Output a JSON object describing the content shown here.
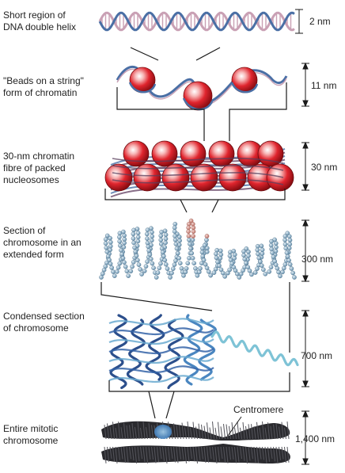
{
  "levels": [
    {
      "label": "Short region of\nDNA double helix",
      "size": "2 nm"
    },
    {
      "label": "\"Beads on a string\"\nform of chromatin",
      "size": "11 nm"
    },
    {
      "label": "30-nm chromatin\nfibre of packed\nnucleosomes",
      "size": "30 nm"
    },
    {
      "label": "Section of\nchromosome in an\nextended form",
      "size": "300 nm"
    },
    {
      "label": "Condensed section\nof chromosome",
      "size": "700 nm"
    },
    {
      "label": "Entire mitotic\nchromosome",
      "size": "1,400 nm"
    }
  ],
  "centromere_label": "Centromere",
  "colors": {
    "dna_blue": "#4a6fa5",
    "dna_pink": "#c9a0b4",
    "nucleosome_red": "#e0252e",
    "bead_blue": "#8fb4cc",
    "bead_pink": "#d99a90",
    "condensed_dark": "#2c4f8c",
    "condensed_light": "#7ec3d6",
    "chromosome_dark": "#2a2a2e",
    "centromere_blue": "#3f7fc4",
    "line": "#1a1a1a"
  }
}
